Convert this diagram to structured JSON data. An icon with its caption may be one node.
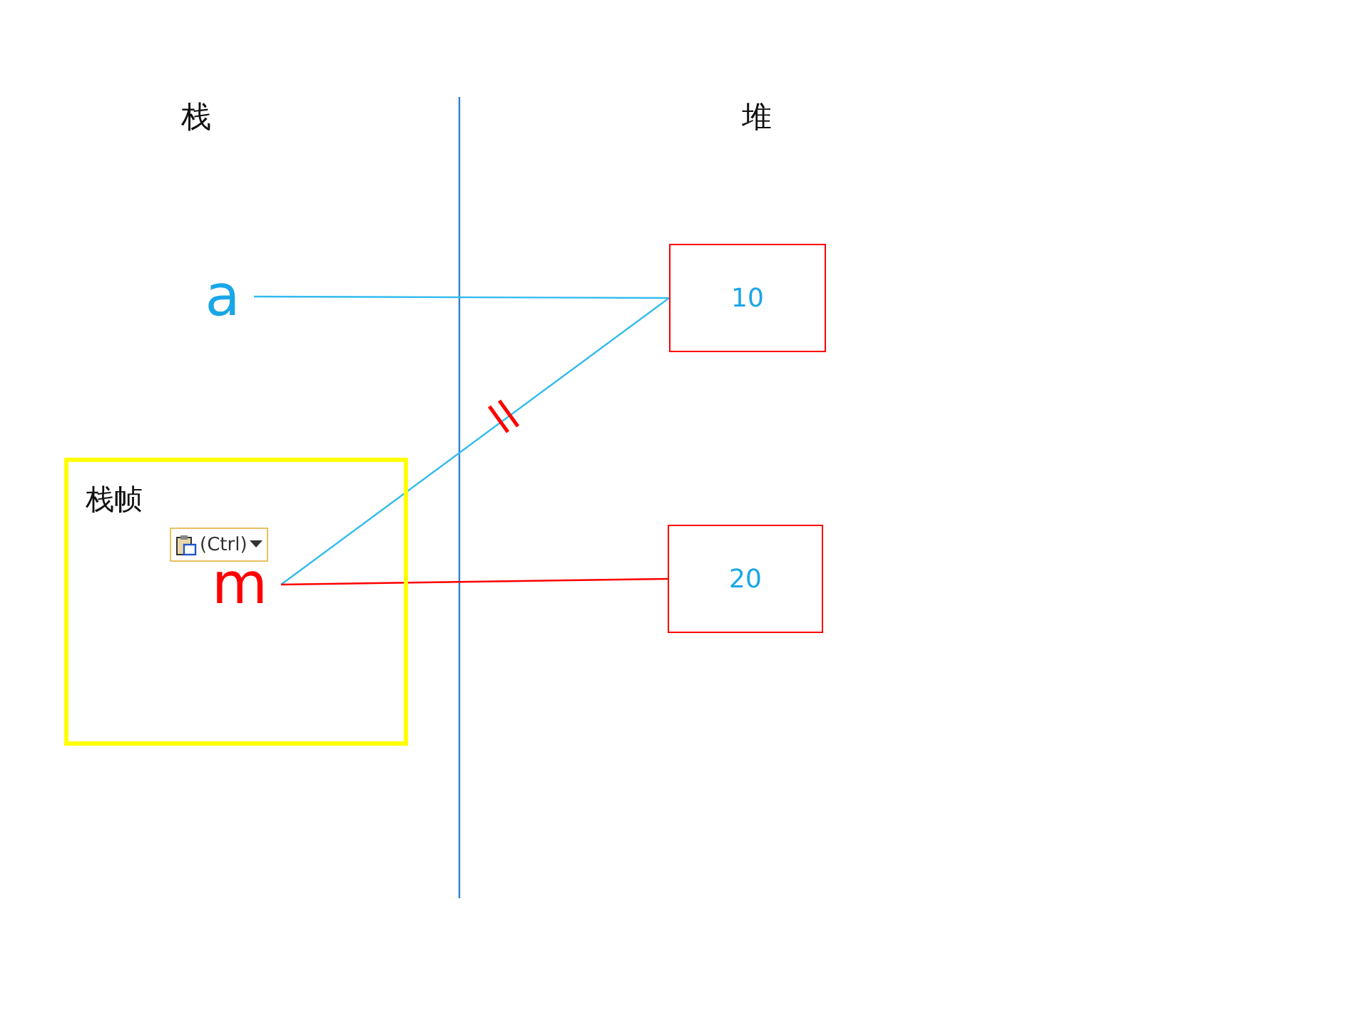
{
  "diagram": {
    "nodes": [
      {
        "text": [
          "栈帧"
        ]
      },
      {
        "text": [
          "a"
        ]
      },
      {
        "text": [
          "m"
        ],
        "in": 0
      },
      {
        "text": [
          "10"
        ]
      },
      {
        "text": [
          "20"
        ]
      }
    ],
    "edges": [
      {
        "from": 1,
        "to": 3,
        "arrow": "none"
      },
      {
        "from": 2,
        "to": 3,
        "arrow": "none"
      },
      {
        "from": 2,
        "to": 4,
        "arrow": "none",
        "color": "#ff0000"
      }
    ],
    "labels": [
      "栈",
      "堆",
      "(Ctrl)"
    ]
  }
}
